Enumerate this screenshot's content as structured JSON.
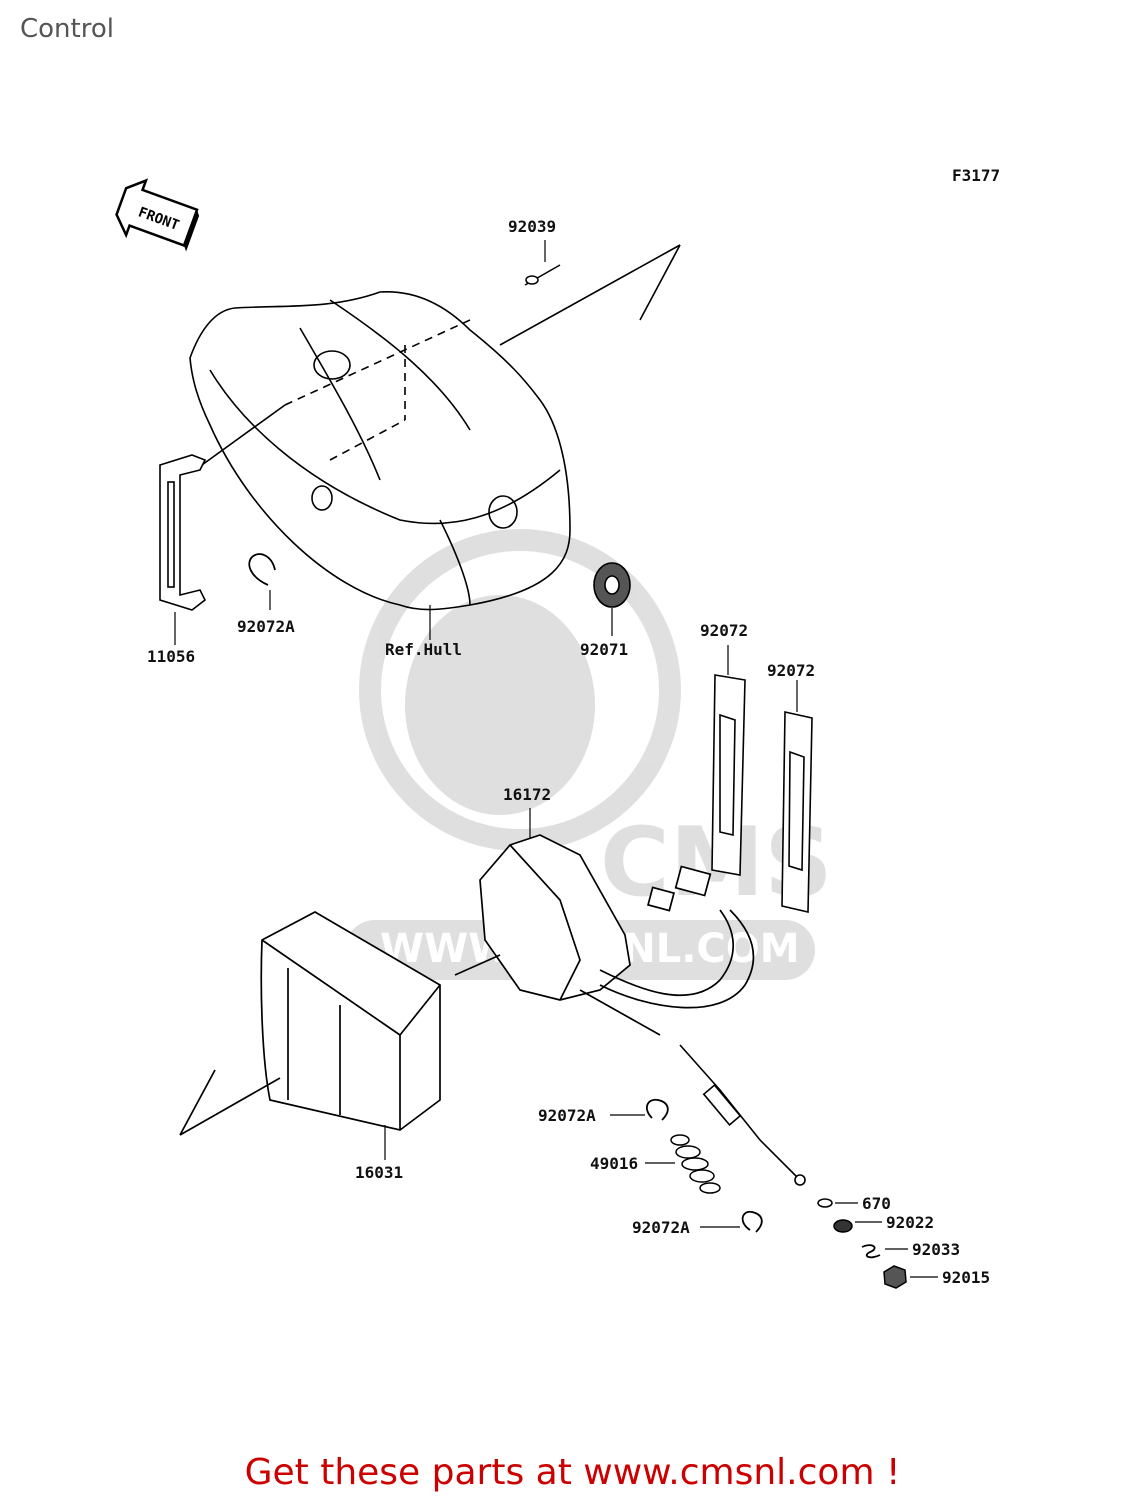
{
  "page": {
    "title": "Control"
  },
  "figure": {
    "code": "F3177",
    "front_marker": "FRONT"
  },
  "watermark": {
    "brand": "CMS",
    "url": "WWW.CMSNL.COM"
  },
  "parts": {
    "p92039": "92039",
    "p11056": "11056",
    "p92072A_top": "92072A",
    "ref_hull": "Ref.Hull",
    "p92071": "92071",
    "p92072_left": "92072",
    "p92072_right": "92072",
    "p16172": "16172",
    "p16031": "16031",
    "p92072A_mid": "92072A",
    "p49016": "49016",
    "p92072A_bottom": "92072A",
    "p670": "670",
    "p92022": "92022",
    "p92033": "92033",
    "p92015": "92015"
  },
  "footer": {
    "cta": "Get these parts at www.cmsnl.com !",
    "color": "#cc0000"
  }
}
